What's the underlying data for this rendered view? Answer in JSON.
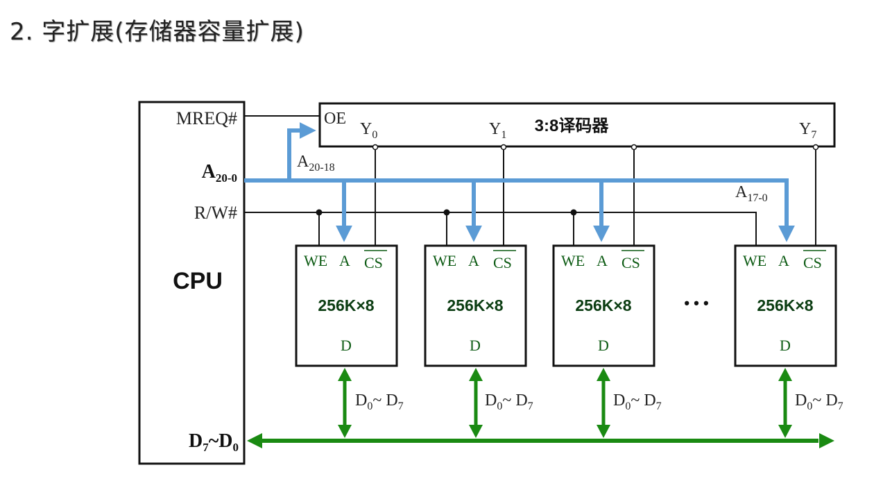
{
  "title": "2. 字扩展(存储器容量扩展)",
  "cpu": {
    "label": "CPU",
    "mreq": "MREQ#",
    "addr_main": "A",
    "addr_sub": "20-0",
    "rw": "R/W#",
    "data_main_d1": "D",
    "data_sub1": "7",
    "data_tilde": "~",
    "data_main_d2": "D",
    "data_sub2": "0"
  },
  "decoder": {
    "label": "3:8译码器",
    "oe": "OE",
    "outputs": [
      {
        "main": "Y",
        "sub": "0"
      },
      {
        "main": "Y",
        "sub": "1"
      },
      {
        "main": "Y",
        "sub": "7"
      }
    ]
  },
  "bus_labels": {
    "a_high_main": "A",
    "a_high_sub": "20-18",
    "a_low_main": "A",
    "a_low_sub": "17-0"
  },
  "chips": [
    {
      "we": "WE",
      "a": "A",
      "cs": "CS",
      "capacity": "256K×8",
      "d": "D"
    },
    {
      "we": "WE",
      "a": "A",
      "cs": "CS",
      "capacity": "256K×8",
      "d": "D"
    },
    {
      "we": "WE",
      "a": "A",
      "cs": "CS",
      "capacity": "256K×8",
      "d": "D"
    },
    {
      "we": "WE",
      "a": "A",
      "cs": "CS",
      "capacity": "256K×8",
      "d": "D"
    }
  ],
  "ellipsis": "• • •",
  "data_link_label": {
    "d0": "D",
    "s0": "0",
    "tilde": "~ ",
    "d7": "D",
    "s7": "7"
  },
  "colors": {
    "address_bus": "#5b9bd5",
    "data_bus": "#1a8a12",
    "line": "#111111",
    "chip_text": "#0b5a12"
  }
}
